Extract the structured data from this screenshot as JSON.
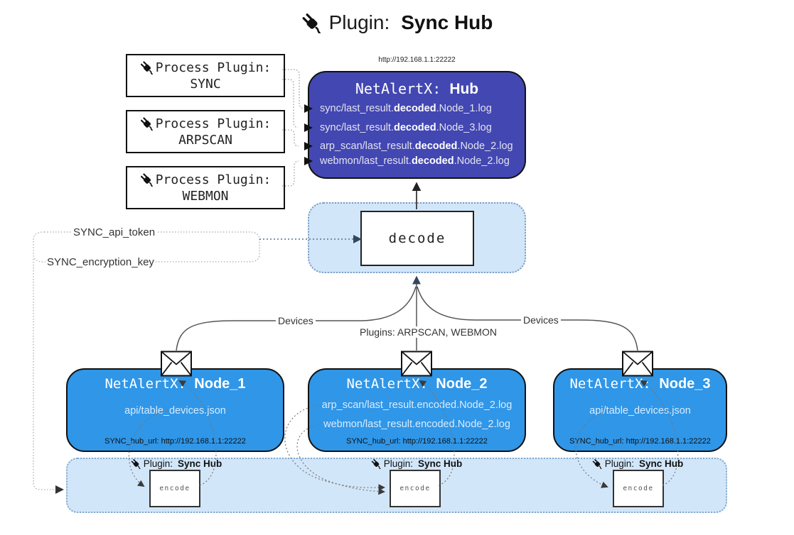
{
  "title": {
    "icon": "plug-icon",
    "label": "Plugin:",
    "name": "Sync Hub"
  },
  "process_plugins": [
    {
      "line1": "Process Plugin:",
      "name": "SYNC"
    },
    {
      "line1": "Process Plugin:",
      "name": "ARPSCAN"
    },
    {
      "line1": "Process Plugin:",
      "name": "WEBMON"
    }
  ],
  "hub": {
    "url": "http://192.168.1.1:22222",
    "title_prefix": "NetAlertX:",
    "title_name": "Hub",
    "files": [
      {
        "pre": "sync/last_result.",
        "bold": "decoded",
        "post": ".Node_1.log"
      },
      {
        "pre": "sync/last_result.",
        "bold": "decoded",
        "post": ".Node_3.log"
      },
      {
        "pre": "arp_scan/last_result.",
        "bold": "decoded",
        "post": ".Node_2.log"
      },
      {
        "pre": "webmon/last_result.",
        "bold": "decoded",
        "post": ".Node_2.log"
      }
    ]
  },
  "decode": {
    "label": "decode"
  },
  "config": {
    "api_token": "SYNC_api_token",
    "encryption_key": "SYNC_encryption_key"
  },
  "edges": {
    "devices_left": "Devices",
    "plugins_mid": "Plugins: ARPSCAN, WEBMON",
    "devices_right": "Devices"
  },
  "nodes": [
    {
      "title_prefix": "NetAlertX:",
      "title_name": "Node_1",
      "files": [
        "api/table_devices.json"
      ],
      "hub_url": "SYNC_hub_url: http://192.168.1.1:22222"
    },
    {
      "title_prefix": "NetAlertX:",
      "title_name": "Node_2",
      "files": [
        "arp_scan/last_result.encoded.Node_2.log",
        "webmon/last_result.encoded.Node_2.log"
      ],
      "hub_url": "SYNC_hub_url: http://192.168.1.1:22222"
    },
    {
      "title_prefix": "NetAlertX:",
      "title_name": "Node_3",
      "files": [
        "api/table_devices.json"
      ],
      "hub_url": "SYNC_hub_url: http://192.168.1.1:22222"
    }
  ],
  "encode_band": {
    "plugin_label": "Plugin:",
    "plugin_name": "Sync Hub",
    "encode_label": "encode"
  },
  "colors": {
    "hub_bg": "#4347b2",
    "node_bg": "#2f96e8",
    "container_bg": "#d2e6f9",
    "container_border": "#7a9cc2",
    "line": "#555555",
    "text_light": "#e2e3ee"
  }
}
